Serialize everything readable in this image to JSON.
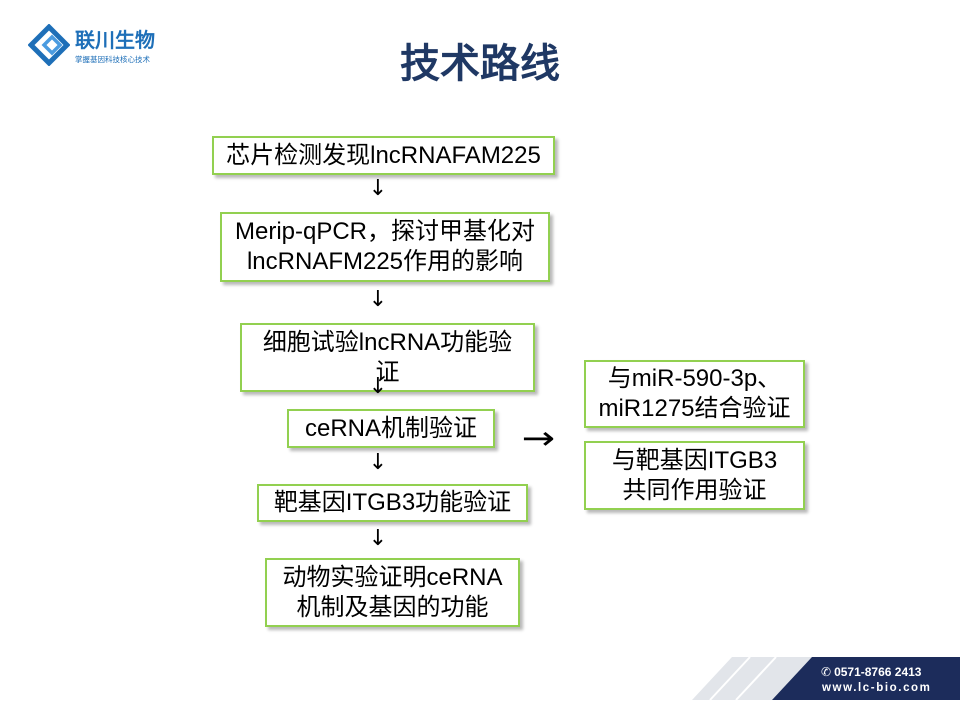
{
  "logo": {
    "icon": "logo-icon",
    "name": "联川生物",
    "slogan": "掌握基因科技核心技术"
  },
  "title": "技术路线",
  "flow": {
    "arrow_down": "↓",
    "arrow_right": "→",
    "main_steps": [
      {
        "lines": [
          "芯片检测发现lncRNAFAM225"
        ]
      },
      {
        "lines": [
          "Merip-qPCR，探讨甲基化对",
          "lncRNAFM225作用的影响"
        ]
      },
      {
        "lines": [
          "细胞试验lncRNA功能验",
          "证"
        ]
      },
      {
        "lines": [
          "ceRNA机制验证"
        ]
      },
      {
        "lines": [
          "靶基因ITGB3功能验证"
        ]
      },
      {
        "lines": [
          "动物实验证明ceRNA",
          "机制及基因的功能"
        ]
      }
    ],
    "side_steps": [
      {
        "lines": [
          "与miR-590-3p、",
          "miR1275结合验证"
        ]
      },
      {
        "lines": [
          "与靶基因ITGB3",
          "共同作用验证"
        ]
      }
    ]
  },
  "footer": {
    "phone_icon": "✆",
    "phone": "0571-8766 2413",
    "website": "www.lc-bio.com"
  },
  "colors": {
    "title": "#1f3864",
    "box_border": "#92d050",
    "logo": "#1e6fb8",
    "footer_band": "#1c2c5b",
    "footer_text": "#ffffff"
  }
}
